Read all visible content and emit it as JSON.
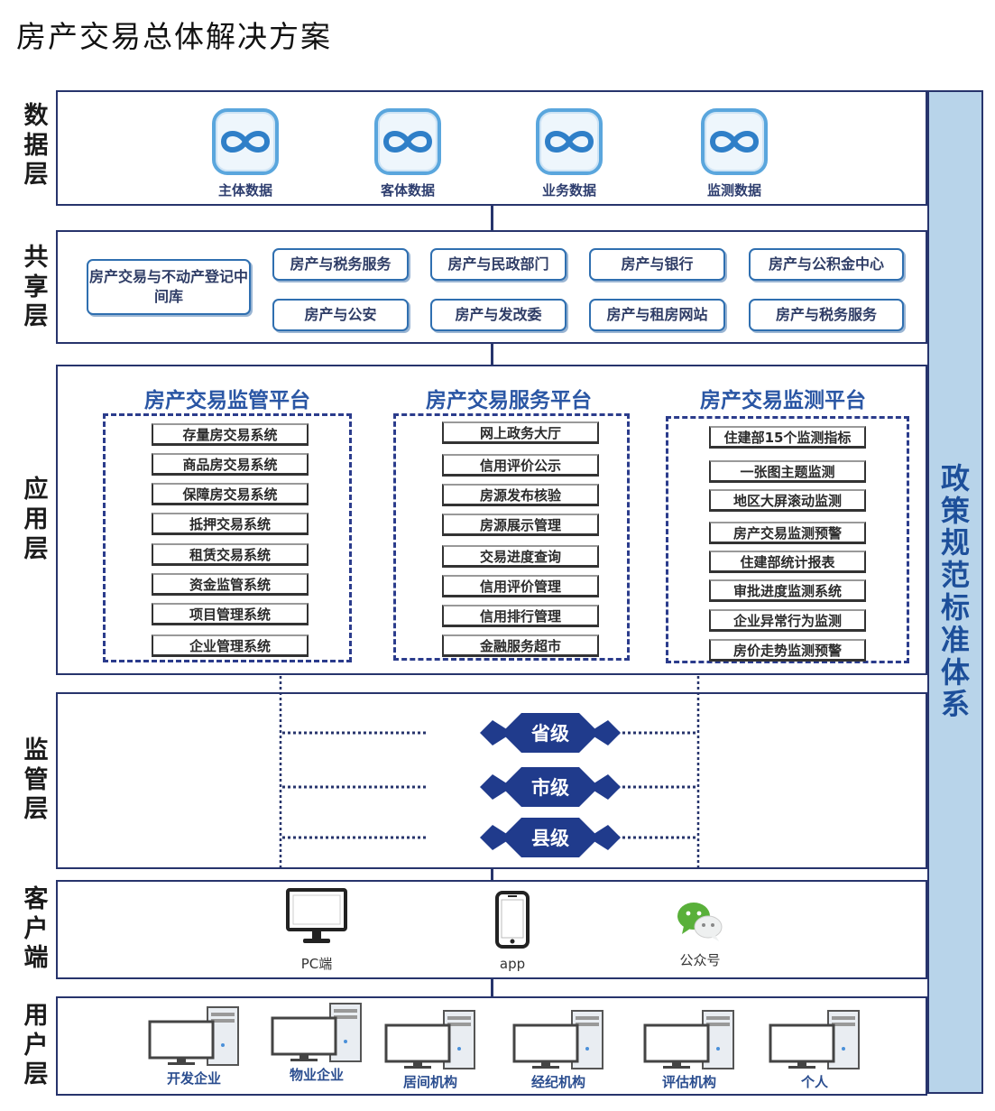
{
  "title": "房产交易总体解决方案",
  "layers": {
    "data": "数据层",
    "share": "共享层",
    "app": "应用层",
    "supervise": "监管层",
    "client": "客户端",
    "user": "用户层"
  },
  "policy": "政策规范标准体系",
  "data_layer": {
    "items": [
      "主体数据",
      "客体数据",
      "业务数据",
      "监测数据"
    ]
  },
  "share_layer": {
    "center": "房产交易与不动产登记中间库",
    "items": [
      "房产与税务服务",
      "房产与民政部门",
      "房产与银行",
      "房产与公积金中心",
      "房产与公安",
      "房产与发改委",
      "房产与租房网站",
      "房产与税务服务"
    ]
  },
  "app_layer": {
    "platforms": [
      {
        "title": "房产交易监管平台",
        "systems": [
          "存量房交易系统",
          "商品房交易系统",
          "保障房交易系统",
          "抵押交易系统",
          "租赁交易系统",
          "资金监管系统",
          "项目管理系统",
          "企业管理系统"
        ]
      },
      {
        "title": "房产交易服务平台",
        "systems": [
          "网上政务大厅",
          "信用评价公示",
          "房源发布核验",
          "房源展示管理",
          "交易进度查询",
          "信用评价管理",
          "信用排行管理",
          "金融服务超市"
        ]
      },
      {
        "title": "房产交易监测平台",
        "systems": [
          "住建部15个监测指标",
          "一张图主题监测",
          "地区大屏滚动监测",
          "房产交易监测预警",
          "住建部统计报表",
          "审批进度监测系统",
          "企业异常行为监测",
          "房价走势监测预警"
        ]
      }
    ]
  },
  "supervise_layer": {
    "levels": [
      "省级",
      "市级",
      "县级"
    ]
  },
  "client_layer": {
    "items": [
      "PC端",
      "app",
      "公众号"
    ]
  },
  "user_layer": {
    "items": [
      "开发企业",
      "物业企业",
      "居间机构",
      "经纪机构",
      "评估机构",
      "个人"
    ]
  },
  "colors": {
    "frame": "#27346c",
    "policy_bg": "#b8d4ea",
    "accent_blue": "#2a56a4",
    "diamond": "#203b8c"
  }
}
